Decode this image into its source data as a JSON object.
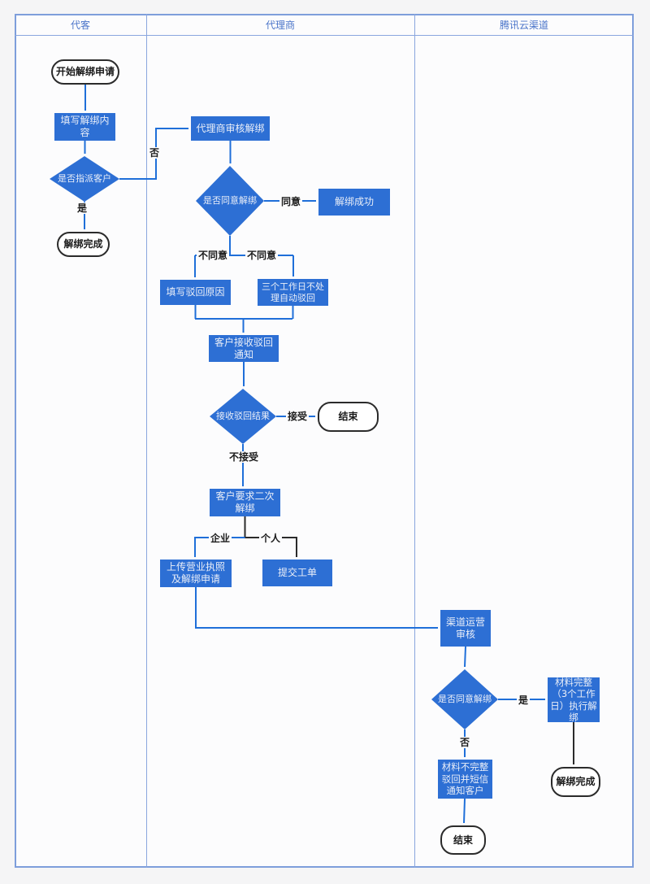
{
  "header": {
    "lanes": [
      "代客",
      "代理商",
      "腾讯云渠道"
    ]
  },
  "nodes": {
    "start": {
      "label": "开始解绑申请",
      "type": "terminal"
    },
    "fill_content": {
      "label": "填写解绑内容",
      "type": "process"
    },
    "assign_customer_decision": {
      "label": "是否指派客户",
      "type": "decision"
    },
    "unbind_complete_customer": {
      "label": "解绑完成",
      "type": "terminal"
    },
    "agent_review": {
      "label": "代理商审核解绑",
      "type": "process"
    },
    "agent_agree_decision": {
      "label": "是否同意解绑",
      "type": "decision"
    },
    "unbind_success": {
      "label": "解绑成功",
      "type": "process"
    },
    "fill_reject_reason": {
      "label": "填写驳回原因",
      "type": "process"
    },
    "auto_reject": {
      "label": "三个工作日不处理自动驳回",
      "type": "process"
    },
    "customer_receive_notice": {
      "label": "客户接收驳回通知",
      "type": "process"
    },
    "receive_result_decision": {
      "label": "接收驳回结果",
      "type": "decision"
    },
    "end_accept": {
      "label": "结束",
      "type": "terminal"
    },
    "second_unbind_request": {
      "label": "客户要求二次解绑",
      "type": "process"
    },
    "upload_license": {
      "label": "上传营业执照及解绑申请",
      "type": "process"
    },
    "submit_ticket": {
      "label": "提交工单",
      "type": "process"
    },
    "channel_ops_review": {
      "label": "渠道运营审核",
      "type": "process"
    },
    "channel_agree_decision": {
      "label": "是否同意解绑",
      "type": "decision"
    },
    "material_complete": {
      "label": "材料完整（3个工作日）执行解绑",
      "type": "process"
    },
    "material_incomplete": {
      "label": "材料不完整驳回并短信通知客户",
      "type": "process"
    },
    "end_incomplete": {
      "label": "结束",
      "type": "terminal"
    },
    "unbind_complete_channel": {
      "label": "解绑完成",
      "type": "terminal"
    }
  },
  "edge_labels": {
    "no_assign": "否",
    "yes_assign": "是",
    "agree": "同意",
    "disagree_left": "不同意",
    "disagree_right": "不同意",
    "accept": "接受",
    "not_accept": "不接受",
    "enterprise": "企业",
    "personal": "个人",
    "channel_yes": "是",
    "channel_no": "否"
  },
  "colors": {
    "shape_blue": "#2d6fd4",
    "connector_blue": "#1f6fd9",
    "connector_black": "#2b2b2b",
    "lane_border": "#7e9edb",
    "header_text": "#4a74c9",
    "pool_fill": "#fcfcfd",
    "page_background": "#f5f5f6"
  }
}
